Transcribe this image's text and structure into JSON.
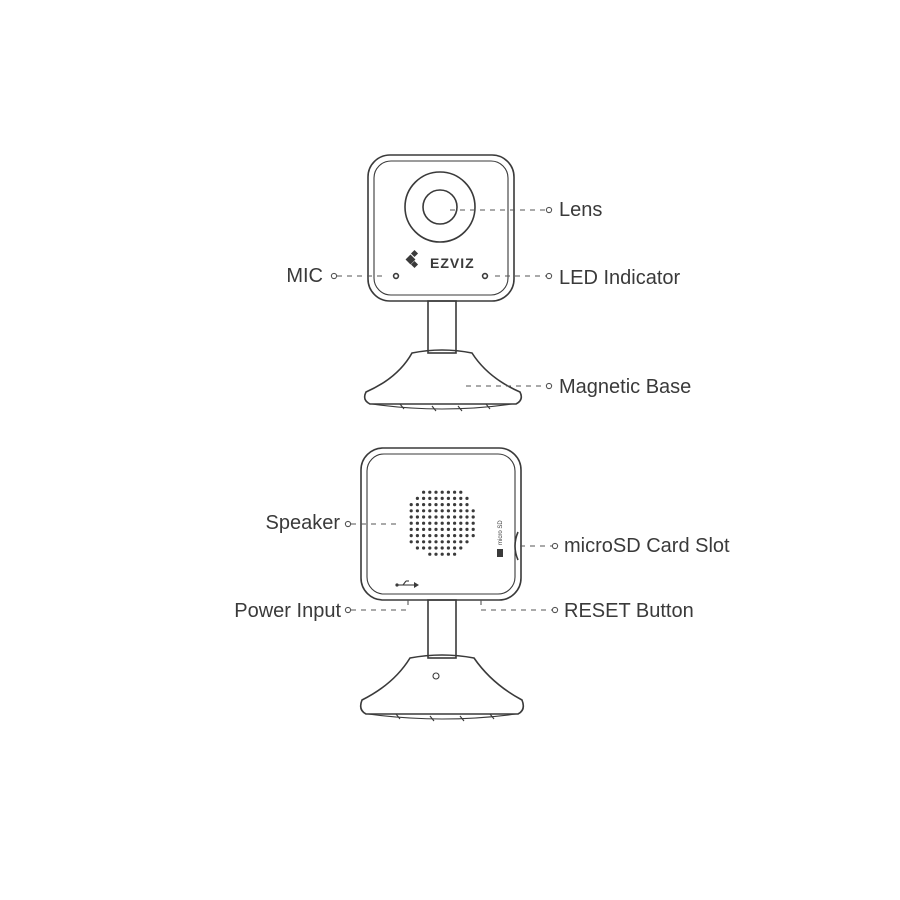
{
  "front_view": {
    "brand_logo": "EZVIZ",
    "callouts": {
      "lens": "Lens",
      "mic": "MIC",
      "led_indicator": "LED Indicator",
      "magnetic_base": "Magnetic Base"
    }
  },
  "back_view": {
    "sd_slot_marking": "micro SD",
    "callouts": {
      "speaker": "Speaker",
      "microsd_card_slot": "microSD Card Slot",
      "power_input": "Power Input",
      "reset_button": "RESET Button"
    }
  },
  "colors": {
    "line": "#3a3a3a",
    "label_text": "#3a3a3a",
    "background": "#ffffff"
  }
}
